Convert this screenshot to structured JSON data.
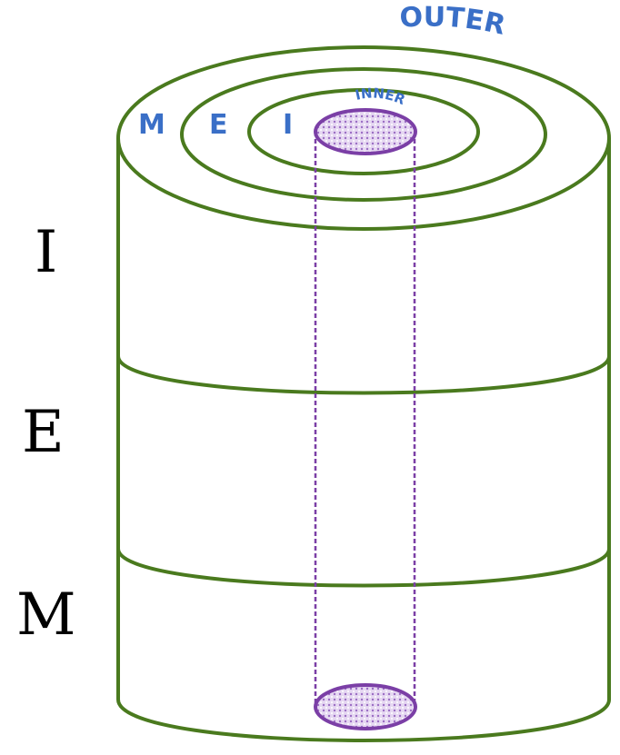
{
  "diagram": {
    "outer_label": "OUTER",
    "inner_label": "INNER",
    "ring_letters": [
      "M",
      "E",
      "I"
    ],
    "side_labels": [
      "I",
      "E",
      "M"
    ],
    "colors": {
      "outline": "#4a7a1e",
      "core": "#7b3fa6",
      "core_fill": "#d9c6ea",
      "ring_text": "#3a6fc7",
      "side_text": "#000000"
    }
  }
}
